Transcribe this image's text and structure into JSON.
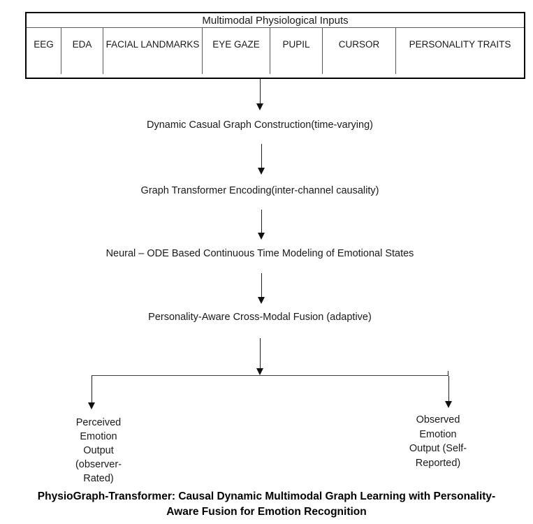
{
  "inputs_table": {
    "header": "Multimodal Physiological Inputs",
    "columns": [
      "EEG",
      "EDA",
      "FACIAL LANDMARKS",
      "EYE GAZE",
      "PUPIL",
      "CURSOR",
      "PERSONALITY TRAITS"
    ]
  },
  "pipeline": {
    "stages": [
      "Dynamic Casual Graph Construction(time-varying)",
      "Graph Transformer Encoding(inter-channel causality)",
      "Neural – ODE Based Continuous Time Modeling of Emotional States",
      "Personality-Aware Cross-Modal Fusion (adaptive)"
    ]
  },
  "outputs": {
    "left": {
      "lines": [
        "Perceived",
        "Emotion",
        "Output",
        "(observer-",
        "Rated)"
      ]
    },
    "right": {
      "lines": [
        "Observed",
        "Emotion",
        "Output (Self-",
        "Reported)"
      ]
    }
  },
  "caption": {
    "lines": [
      "PhysioGraph-Transformer: Causal Dynamic Multimodal Graph Learning with Personality-",
      "Aware Fusion for Emotion Recognition"
    ]
  },
  "colors": {
    "outer_border": "#000000",
    "inner_border": "#595959",
    "line": "#1f1f1f",
    "text": "#1a1a1a",
    "background": "#ffffff"
  }
}
